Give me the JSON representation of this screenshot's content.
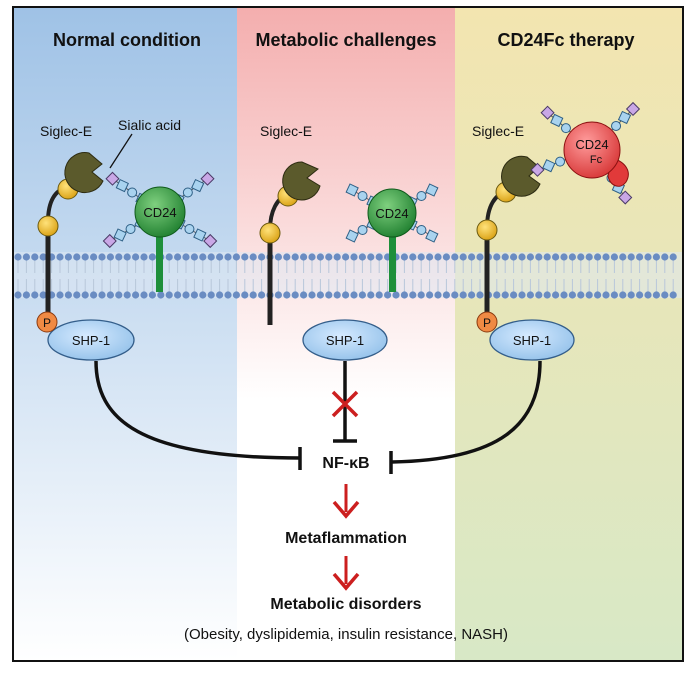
{
  "panels": [
    {
      "title": "Normal condition",
      "color_top": "#aecbe6",
      "color_bottom": "#ffffff"
    },
    {
      "title": "Metabolic challenges",
      "color_top": "#f4b3b3",
      "color_bottom": "#ffffff"
    },
    {
      "title": "CD24Fc therapy",
      "color_top": "#f3e6b5",
      "color_bottom": "#d7e8c9"
    }
  ],
  "labels": {
    "siglec_e": "Siglec-E",
    "sialic_acid": "Sialic acid",
    "cd24": "CD24",
    "cd24fc_line1": "CD24",
    "cd24fc_line2": "Fc",
    "shp1": "SHP-1",
    "phospho": "P",
    "nfkb": "NF-κB",
    "metaflammation": "Metaflammation",
    "metabolic_disorders": "Metabolic disorders",
    "disorders_list": "(Obesity, dyslipidemia, insulin resistance, NASH)"
  },
  "colors": {
    "membrane": "#5b7fb6",
    "siglec_head": "#5b5a2c",
    "siglec_bead": "#f2c12c",
    "shp1_fill": "#a9cdf0",
    "phospho_fill": "#f08a44",
    "cd24_fill": "#2f9a3f",
    "cd24fc_fill": "#e64646",
    "arrow_red": "#cc1f1f",
    "sugar_square": "#a9d3ef",
    "sugar_circle": "#a9d3ef",
    "sialic_diamond": "#c9a7e6"
  }
}
